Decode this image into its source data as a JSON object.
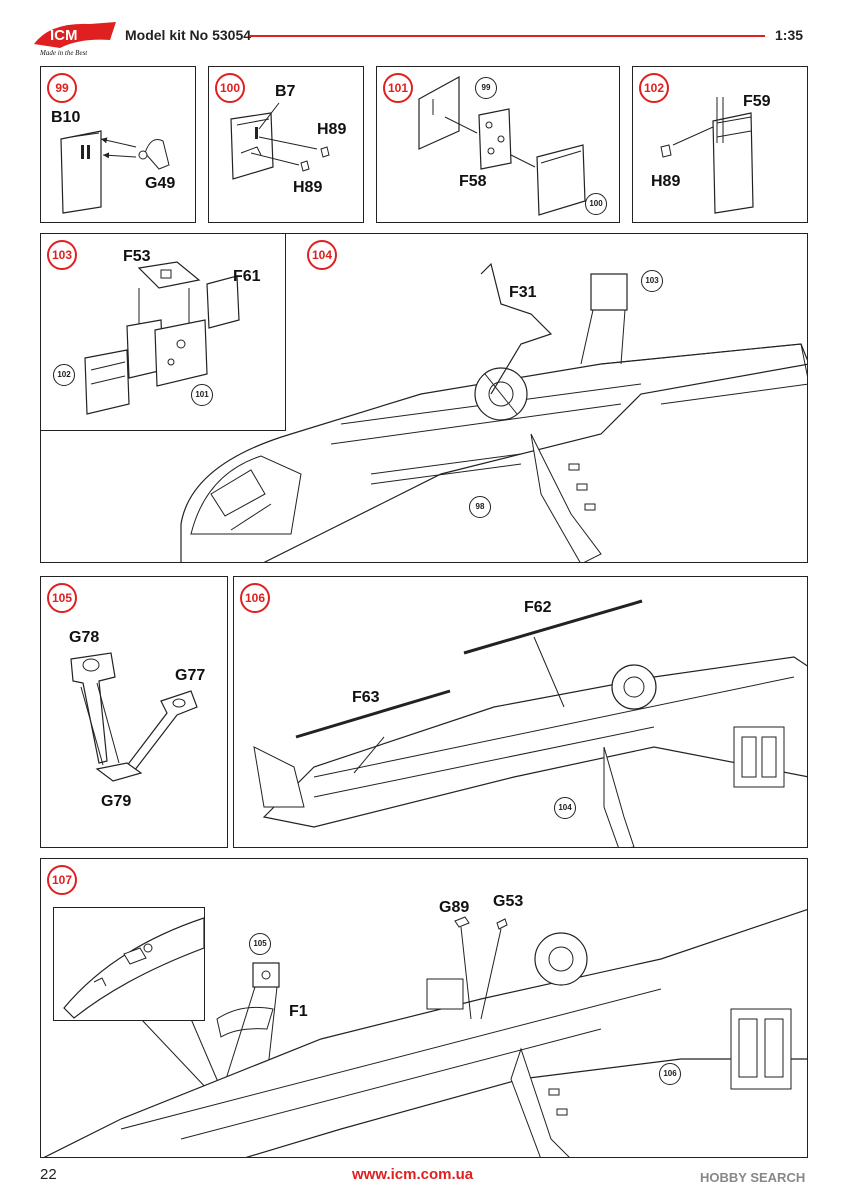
{
  "header": {
    "brand": "ICM",
    "tagline": "Made in the Best",
    "kit_label": "Model kit No 53054",
    "scale": "1:35"
  },
  "colors": {
    "accent": "#e02020",
    "line": "#222222"
  },
  "steps": {
    "s99": {
      "number": "99",
      "parts": [
        "B10",
        "G49"
      ]
    },
    "s100": {
      "number": "100",
      "parts": [
        "B7",
        "H89",
        "H89"
      ]
    },
    "s101": {
      "number": "101",
      "parts": [
        "F58"
      ],
      "refs": [
        "99",
        "100"
      ]
    },
    "s102": {
      "number": "102",
      "parts": [
        "F59",
        "H89"
      ]
    },
    "s103": {
      "number": "103",
      "parts": [
        "F53",
        "F61"
      ],
      "refs": [
        "102",
        "101"
      ]
    },
    "s104": {
      "number": "104",
      "parts": [
        "F31"
      ],
      "refs": [
        "103",
        "98"
      ]
    },
    "s105": {
      "number": "105",
      "parts": [
        "G78",
        "G77",
        "G79"
      ]
    },
    "s106": {
      "number": "106",
      "parts": [
        "F62",
        "F63"
      ],
      "refs": [
        "104"
      ]
    },
    "s107": {
      "number": "107",
      "parts": [
        "G89",
        "G53",
        "F1"
      ],
      "refs": [
        "105",
        "106"
      ]
    }
  },
  "footer": {
    "page_number": "22",
    "url": "www.icm.com.ua",
    "watermark": "HOBBY SEARCH"
  }
}
